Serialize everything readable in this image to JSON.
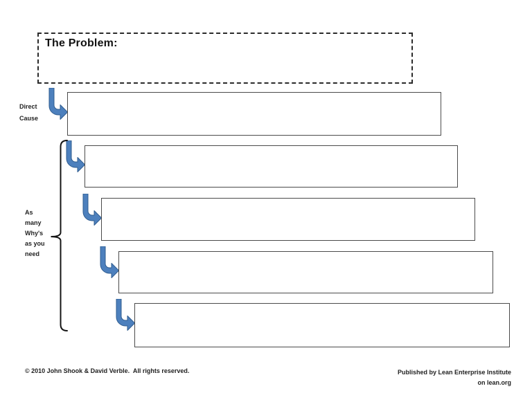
{
  "document": {
    "type": "five-whys-worksheet",
    "background": "#ffffff"
  },
  "problem_box": {
    "label": "The Problem:",
    "value": ""
  },
  "side_labels": {
    "direct_cause": {
      "line1": "Direct",
      "line2": "Cause"
    },
    "why_note": {
      "line1": "As",
      "line2": "many",
      "line3": "Why's",
      "line4": "as you",
      "line5": "need"
    }
  },
  "why_boxes": [
    {
      "value": ""
    },
    {
      "value": ""
    },
    {
      "value": ""
    },
    {
      "value": ""
    },
    {
      "value": ""
    }
  ],
  "icons": {
    "elbow_arrow": "bent-down-right-arrow",
    "bracket": "left-curly-brace"
  },
  "footer": {
    "copyright": "© 2010 John Shook & David Verble.  All rights reserved.",
    "publisher_line1": "Published by Lean Enterprise Institute",
    "publisher_line2": "on lean.org"
  },
  "colors": {
    "arrow_fill": "#4d80bd",
    "arrow_stroke": "#2f5c8f",
    "box_border": "#4a4a4a",
    "dashed_border": "#2a2a2a",
    "bracket": "#141414"
  }
}
